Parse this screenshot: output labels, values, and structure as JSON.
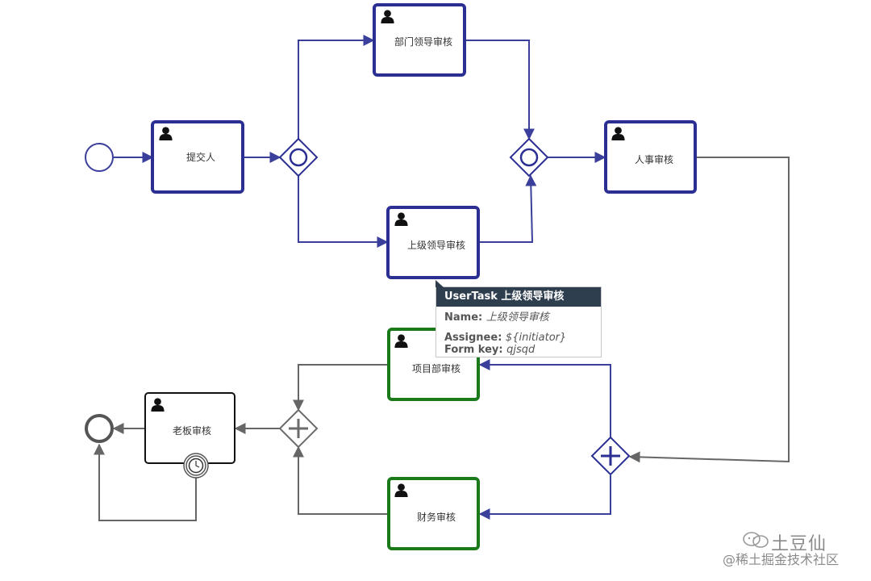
{
  "diagram": {
    "colors": {
      "active_blue": "#2b2f92",
      "flow_blue": "#3a3f9b",
      "flow_gray": "#666666",
      "done_green": "#1a7a1a",
      "black": "#111111",
      "gateway_gray": "#6b6b6b"
    },
    "nodes": {
      "start": {
        "type": "start-event"
      },
      "submit": {
        "type": "user-task",
        "label": "提交人",
        "icon": "user-icon"
      },
      "gw_split": {
        "type": "inclusive-gateway"
      },
      "dept_leader": {
        "type": "user-task",
        "label": "部门领导审核",
        "icon": "user-icon"
      },
      "superior_leader": {
        "type": "user-task",
        "label": "上级领导审核",
        "icon": "user-icon"
      },
      "gw_join": {
        "type": "inclusive-gateway"
      },
      "hr": {
        "type": "user-task",
        "label": "人事审核",
        "icon": "user-icon"
      },
      "gw_parallel_split": {
        "type": "parallel-gateway"
      },
      "project_dept": {
        "type": "user-task",
        "label": "项目部审核",
        "icon": "user-icon"
      },
      "finance": {
        "type": "user-task",
        "label": "财务审核",
        "icon": "user-icon"
      },
      "gw_parallel_join": {
        "type": "parallel-gateway"
      },
      "boss": {
        "type": "user-task",
        "label": "老板审核",
        "icon": "user-icon",
        "boundary": "timer-icon"
      },
      "end": {
        "type": "end-event"
      }
    }
  },
  "tooltip": {
    "header": "UserTask 上级领导审核",
    "rows": [
      {
        "key": "Name",
        "value": "上级领导审核"
      },
      {
        "key": "Assignee",
        "value": "${initiator}"
      },
      {
        "key": "Form key",
        "value": "qjsqd"
      }
    ]
  },
  "watermark": {
    "line1": "土豆仙",
    "line2": "@稀土掘金技术社区"
  }
}
